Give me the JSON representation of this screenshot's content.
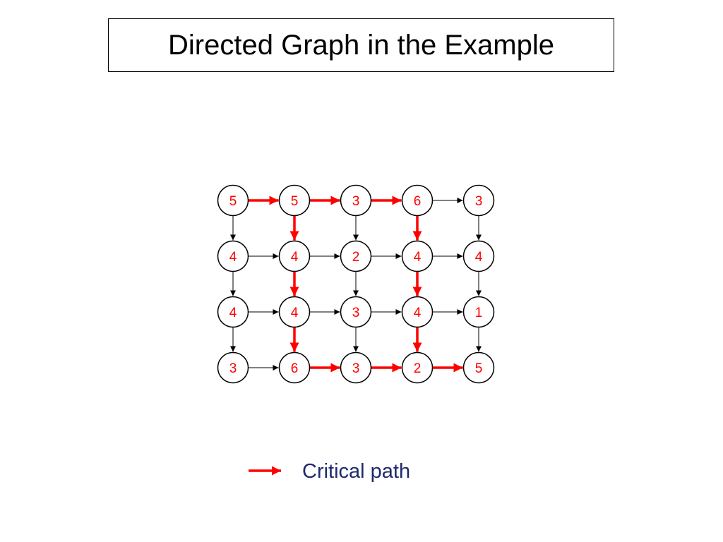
{
  "title": "Directed Graph in the Example",
  "colors": {
    "node_text": "#ff0000",
    "node_stroke": "#000000",
    "normal_edge": "#000000",
    "critical_edge": "#ff0000",
    "legend_text": "#1f2a6b"
  },
  "graph": {
    "rows": 4,
    "cols": 5,
    "nodes": [
      [
        "5",
        "5",
        "3",
        "6",
        "3"
      ],
      [
        "4",
        "4",
        "2",
        "4",
        "4"
      ],
      [
        "4",
        "4",
        "3",
        "4",
        "1"
      ],
      [
        "3",
        "6",
        "3",
        "2",
        "5"
      ]
    ],
    "horizontal_edges": [
      [
        true,
        true,
        true,
        false
      ],
      [
        false,
        false,
        false,
        false
      ],
      [
        false,
        false,
        false,
        false
      ],
      [
        false,
        true,
        true,
        true
      ]
    ],
    "vertical_edges": [
      [
        false,
        true,
        false,
        true,
        false
      ],
      [
        false,
        true,
        false,
        true,
        false
      ],
      [
        false,
        true,
        false,
        true,
        false
      ]
    ]
  },
  "legend": {
    "label": "Critical path",
    "edge_kind": "critical"
  }
}
